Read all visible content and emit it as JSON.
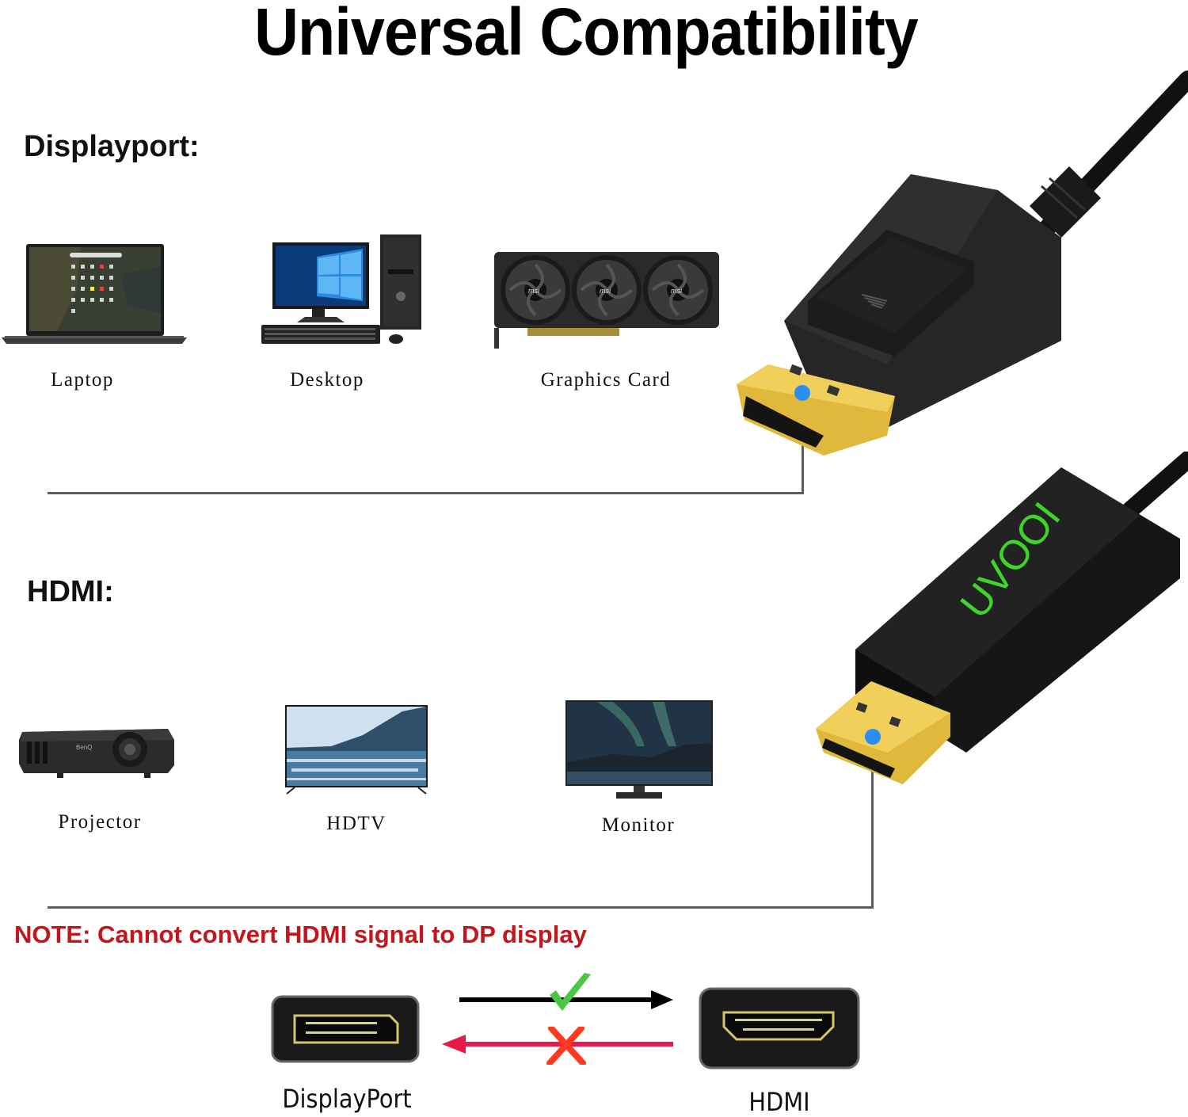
{
  "title": "Universal Compatibility",
  "sections": {
    "displayport": {
      "heading": "Displayport:",
      "devices": [
        {
          "label": "Laptop",
          "icon": "laptop-icon"
        },
        {
          "label": "Desktop",
          "icon": "desktop-icon"
        },
        {
          "label": "Graphics Card",
          "icon": "graphics-card-icon"
        }
      ]
    },
    "hdmi": {
      "heading": "HDMI:",
      "devices": [
        {
          "label": "Projector",
          "icon": "projector-icon"
        },
        {
          "label": "HDTV",
          "icon": "tv-icon"
        },
        {
          "label": "Monitor",
          "icon": "monitor-icon"
        }
      ]
    }
  },
  "cable": {
    "brand": "UVOOI",
    "brand_color": "#3fd42a",
    "dp_connector": "displayport-plug",
    "hdmi_connector": "hdmi-plug",
    "pointer_color": "#2a8ff0"
  },
  "note": {
    "text": "NOTE: Cannot convert HDMI signal to DP display",
    "color": "#c0161c"
  },
  "direction_diagram": {
    "source_label": "DisplayPort",
    "target_label": "HDMI",
    "forward": {
      "status": "supported",
      "icon": "check-icon",
      "color": "#4cc744"
    },
    "reverse": {
      "status": "unsupported",
      "icon": "cross-icon",
      "color": "#ff3a1e",
      "arrow_color": "#e8184a"
    }
  }
}
